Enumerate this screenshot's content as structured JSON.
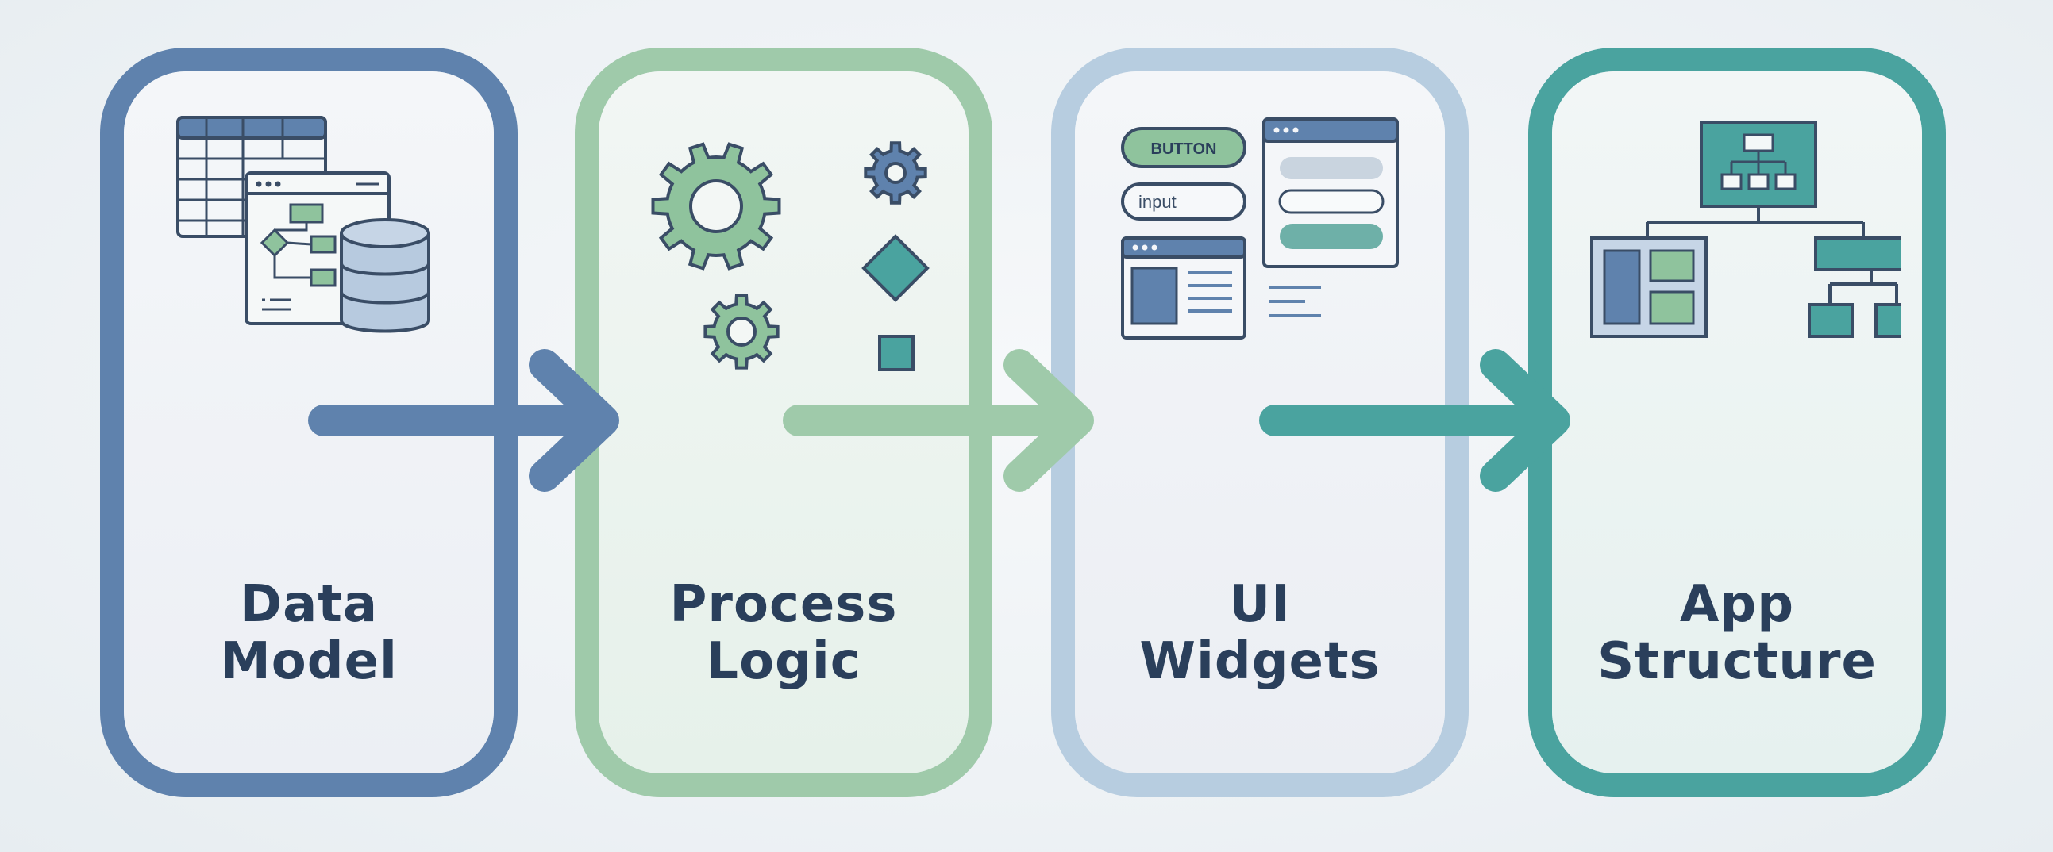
{
  "steps": [
    {
      "line1": "Data",
      "line2": "Model"
    },
    {
      "line1": "Process",
      "line2": "Logic"
    },
    {
      "line1": "UI",
      "line2": "Widgets"
    },
    {
      "line1": "App",
      "line2": "Structure"
    }
  ],
  "widgets": {
    "button_label": "BUTTON",
    "input_placeholder": "input"
  },
  "colors": {
    "data_model": "#5f82ad",
    "process_logic": "#9fcaaa",
    "ui_widgets": "#b7cde0",
    "app_structure": "#4aa39f",
    "text": "#2a3f5b"
  }
}
